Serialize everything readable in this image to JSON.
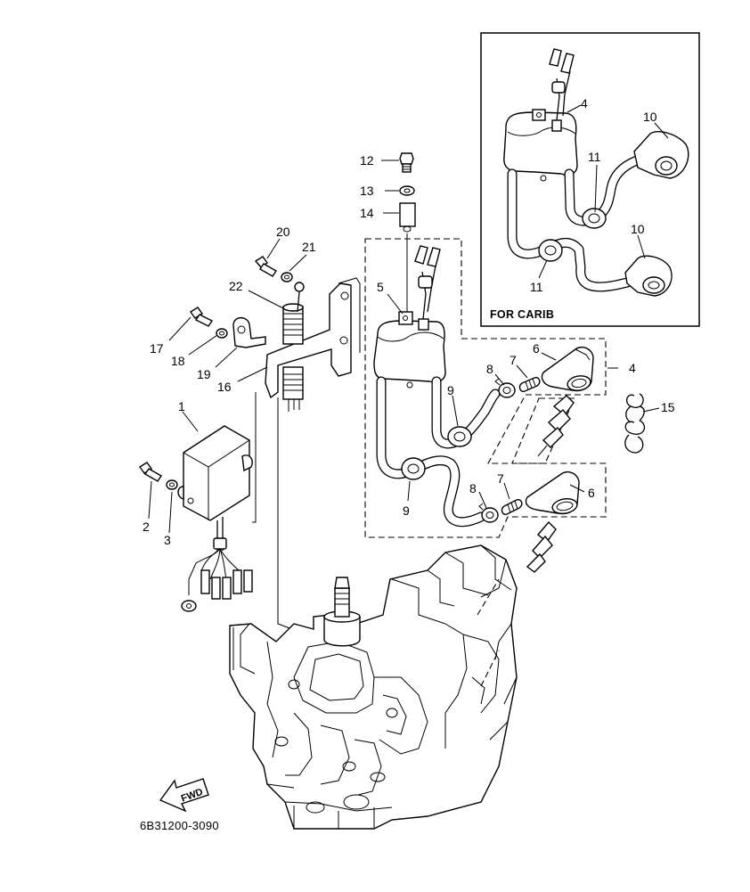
{
  "diagram": {
    "drawing_code": "6B31200-3090",
    "inset_caption": "FOR CARIB",
    "fwd_label": "FWD",
    "callouts": {
      "c1": "1",
      "c2": "2",
      "c3": "3",
      "c4": "4",
      "c5": "5",
      "c6a": "6",
      "c6b": "6",
      "c7a": "7",
      "c7b": "7",
      "c8a": "8",
      "c8b": "8",
      "c9a": "9",
      "c9b": "9",
      "c12": "12",
      "c13": "13",
      "c14": "14",
      "c15": "15",
      "c16": "16",
      "c17": "17",
      "c18": "18",
      "c19": "19",
      "c20": "20",
      "c21": "21",
      "c22": "22",
      "i4": "4",
      "i10a": "10",
      "i10b": "10",
      "i11a": "11",
      "i11b": "11"
    }
  }
}
